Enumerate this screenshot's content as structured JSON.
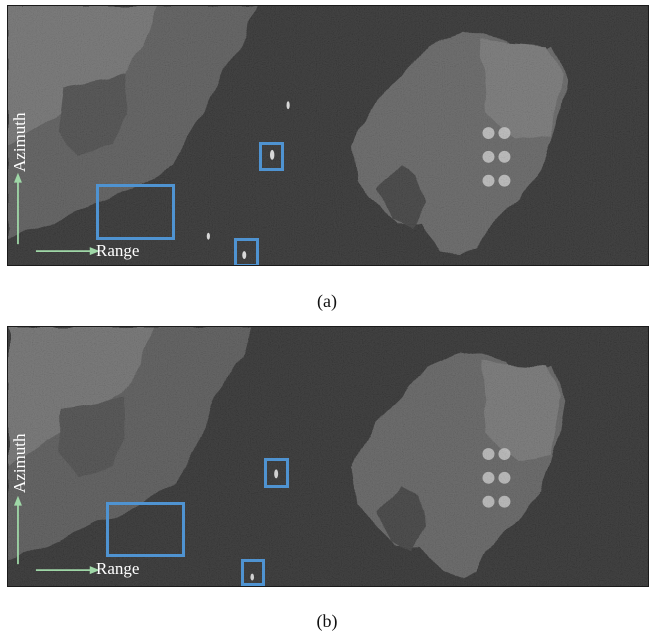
{
  "figure": {
    "panels": [
      {
        "caption": "(a)",
        "axis": {
          "azimuth_label": "Azimuth",
          "range_label": "Range"
        }
      },
      {
        "caption": "(b)",
        "axis": {
          "azimuth_label": "Azimuth",
          "range_label": "Range"
        }
      }
    ],
    "highlight_color": "#4f93d1",
    "arrow_color": "#9fd7a7"
  }
}
